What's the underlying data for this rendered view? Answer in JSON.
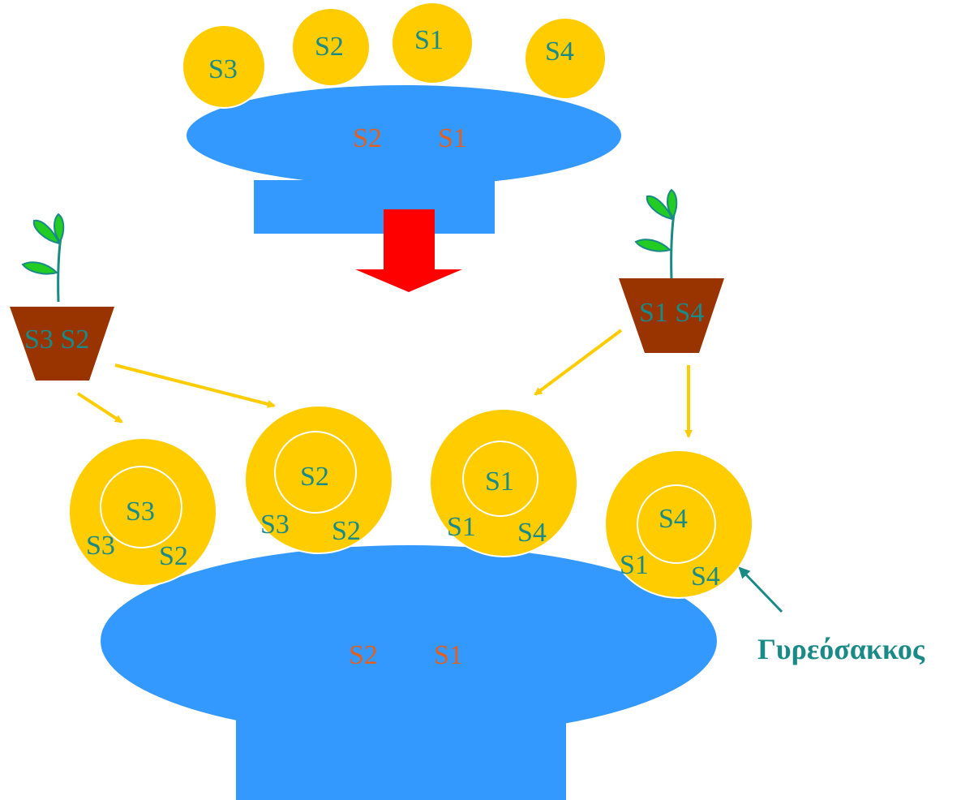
{
  "colors": {
    "stigma": "#3399ff",
    "pollen": "#ffcc00",
    "pot": "#993300",
    "arrow_big": "#ff0000",
    "arrow_small": "#ffcc00",
    "label_teal": "#1a8a87",
    "label_orange": "#e06020",
    "leaf": "#22cc22"
  },
  "top": {
    "pollen_grains": [
      "S3",
      "S2",
      "S1",
      "S4"
    ],
    "stigma_alleles": [
      "S2",
      "S1"
    ]
  },
  "parents": {
    "left_pot": "S3 S2",
    "right_pot": "S1 S4"
  },
  "bottom": {
    "grains": [
      {
        "inner": "S3",
        "left": "S3",
        "right": "S2"
      },
      {
        "inner": "S2",
        "left": "S3",
        "right": "S2"
      },
      {
        "inner": "S1",
        "left": "S1",
        "right": "S4"
      },
      {
        "inner": "S4",
        "left": "S1",
        "right": "S4"
      }
    ],
    "stigma_alleles": [
      "S2",
      "S1"
    ]
  },
  "annotation": "Γυρεόσακκος"
}
